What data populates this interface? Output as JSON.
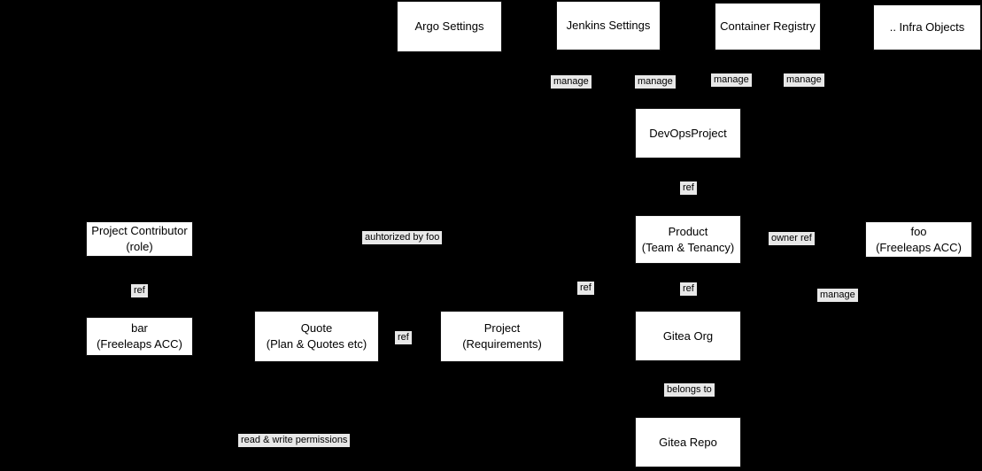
{
  "diagram": {
    "background_color": "#000000",
    "node_fill": "#ffffff",
    "node_text_color": "#000000",
    "edge_label_fill": "#e8e8e8",
    "edge_label_text_color": "#000000"
  },
  "nodes": [
    {
      "id": "argo-settings",
      "label": "Argo Settings"
    },
    {
      "id": "jenkins-settings",
      "label": "Jenkins Settings"
    },
    {
      "id": "container-registry",
      "label": "Container Registry"
    },
    {
      "id": "infra-objects",
      "label": ".. Infra Objects"
    },
    {
      "id": "devops-project",
      "label": "DevOpsProject"
    },
    {
      "id": "product",
      "label": "Product\n(Team & Tenancy)"
    },
    {
      "id": "project-contributor",
      "label": "Project Contributor\n(role)"
    },
    {
      "id": "foo-freeleaps-acc",
      "label": "foo\n(Freeleaps ACC)"
    },
    {
      "id": "bar-freeleaps-acc",
      "label": "bar\n(Freeleaps ACC)"
    },
    {
      "id": "quote",
      "label": "Quote\n(Plan & Quotes etc)"
    },
    {
      "id": "project-requirements",
      "label": "Project\n(Requirements)"
    },
    {
      "id": "gitea-org",
      "label": "Gitea Org"
    },
    {
      "id": "gitea-repo",
      "label": "Gitea Repo"
    }
  ],
  "edge_labels": [
    {
      "id": "manage-argo",
      "text": "manage"
    },
    {
      "id": "manage-jenkins",
      "text": "manage"
    },
    {
      "id": "manage-registry",
      "text": "manage"
    },
    {
      "id": "manage-infra",
      "text": "manage"
    },
    {
      "id": "ref-devops-product",
      "text": "ref"
    },
    {
      "id": "auhtorized-by-foo",
      "text": "auhtorized by foo"
    },
    {
      "id": "owner-ref",
      "text": "owner ref"
    },
    {
      "id": "ref-contributor-bar",
      "text": "ref"
    },
    {
      "id": "ref-project-product",
      "text": "ref"
    },
    {
      "id": "ref-product-gitea-org",
      "text": "ref"
    },
    {
      "id": "manage-foo-gitea",
      "text": "manage"
    },
    {
      "id": "ref-quote-project",
      "text": "ref"
    },
    {
      "id": "belongs-to",
      "text": "belongs to"
    },
    {
      "id": "read-write-permissions",
      "text": "read & write permissions"
    }
  ]
}
